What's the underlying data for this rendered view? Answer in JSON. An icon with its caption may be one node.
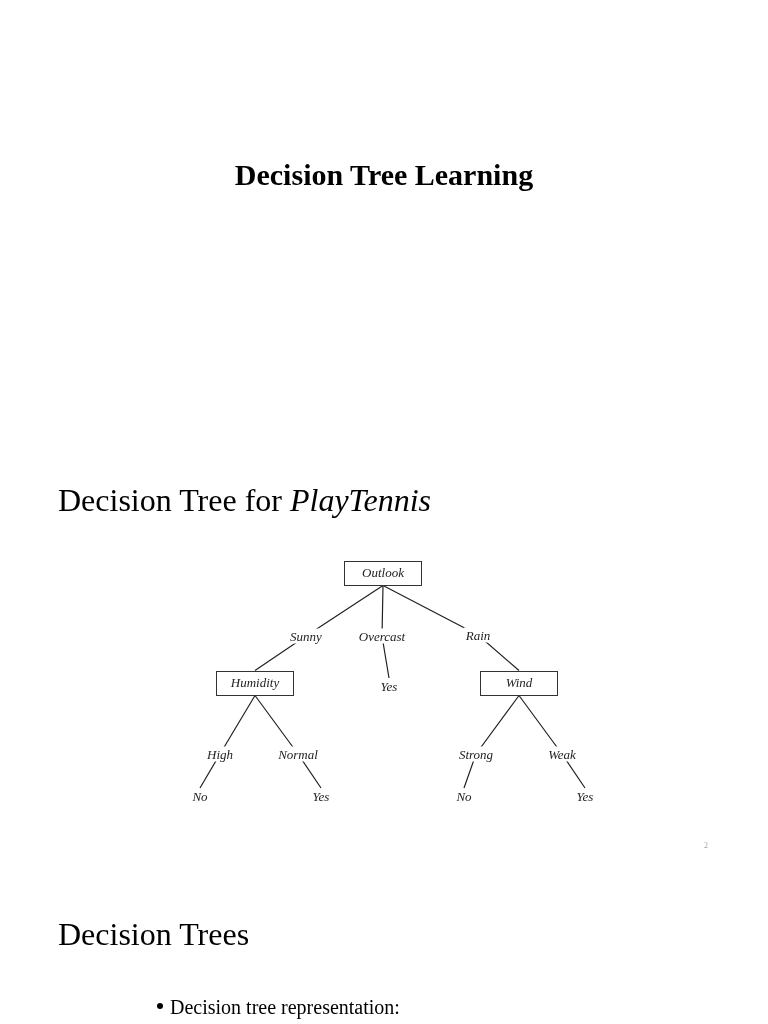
{
  "diagram": {
    "title": "Decision Tree Learning",
    "nodes": [
      {
        "text": [
          "Outlook"
        ]
      },
      {
        "text": [
          "Humidity"
        ]
      },
      {
        "text": [
          "Yes"
        ]
      },
      {
        "text": [
          "Wind"
        ]
      },
      {
        "text": [
          "No"
        ]
      },
      {
        "text": [
          "Yes"
        ]
      },
      {
        "text": [
          "No"
        ]
      },
      {
        "text": [
          "Yes"
        ]
      }
    ],
    "edges": [
      {
        "from": 0,
        "to": 1,
        "arrow": "none",
        "label": "Sunny"
      },
      {
        "from": 0,
        "to": 2,
        "arrow": "none",
        "label": "Overcast"
      },
      {
        "from": 0,
        "to": 3,
        "arrow": "none",
        "label": "Rain"
      },
      {
        "from": 1,
        "to": 4,
        "arrow": "none",
        "label": "High"
      },
      {
        "from": 1,
        "to": 5,
        "arrow": "none",
        "label": "Normal"
      },
      {
        "from": 3,
        "to": 6,
        "arrow": "none",
        "label": "Strong"
      },
      {
        "from": 3,
        "to": 7,
        "arrow": "none",
        "label": "Weak"
      }
    ],
    "labels": [
      "Decision Tree for *PlayTennis*",
      "2",
      "Decision Trees",
      "Decision tree representation:"
    ]
  }
}
